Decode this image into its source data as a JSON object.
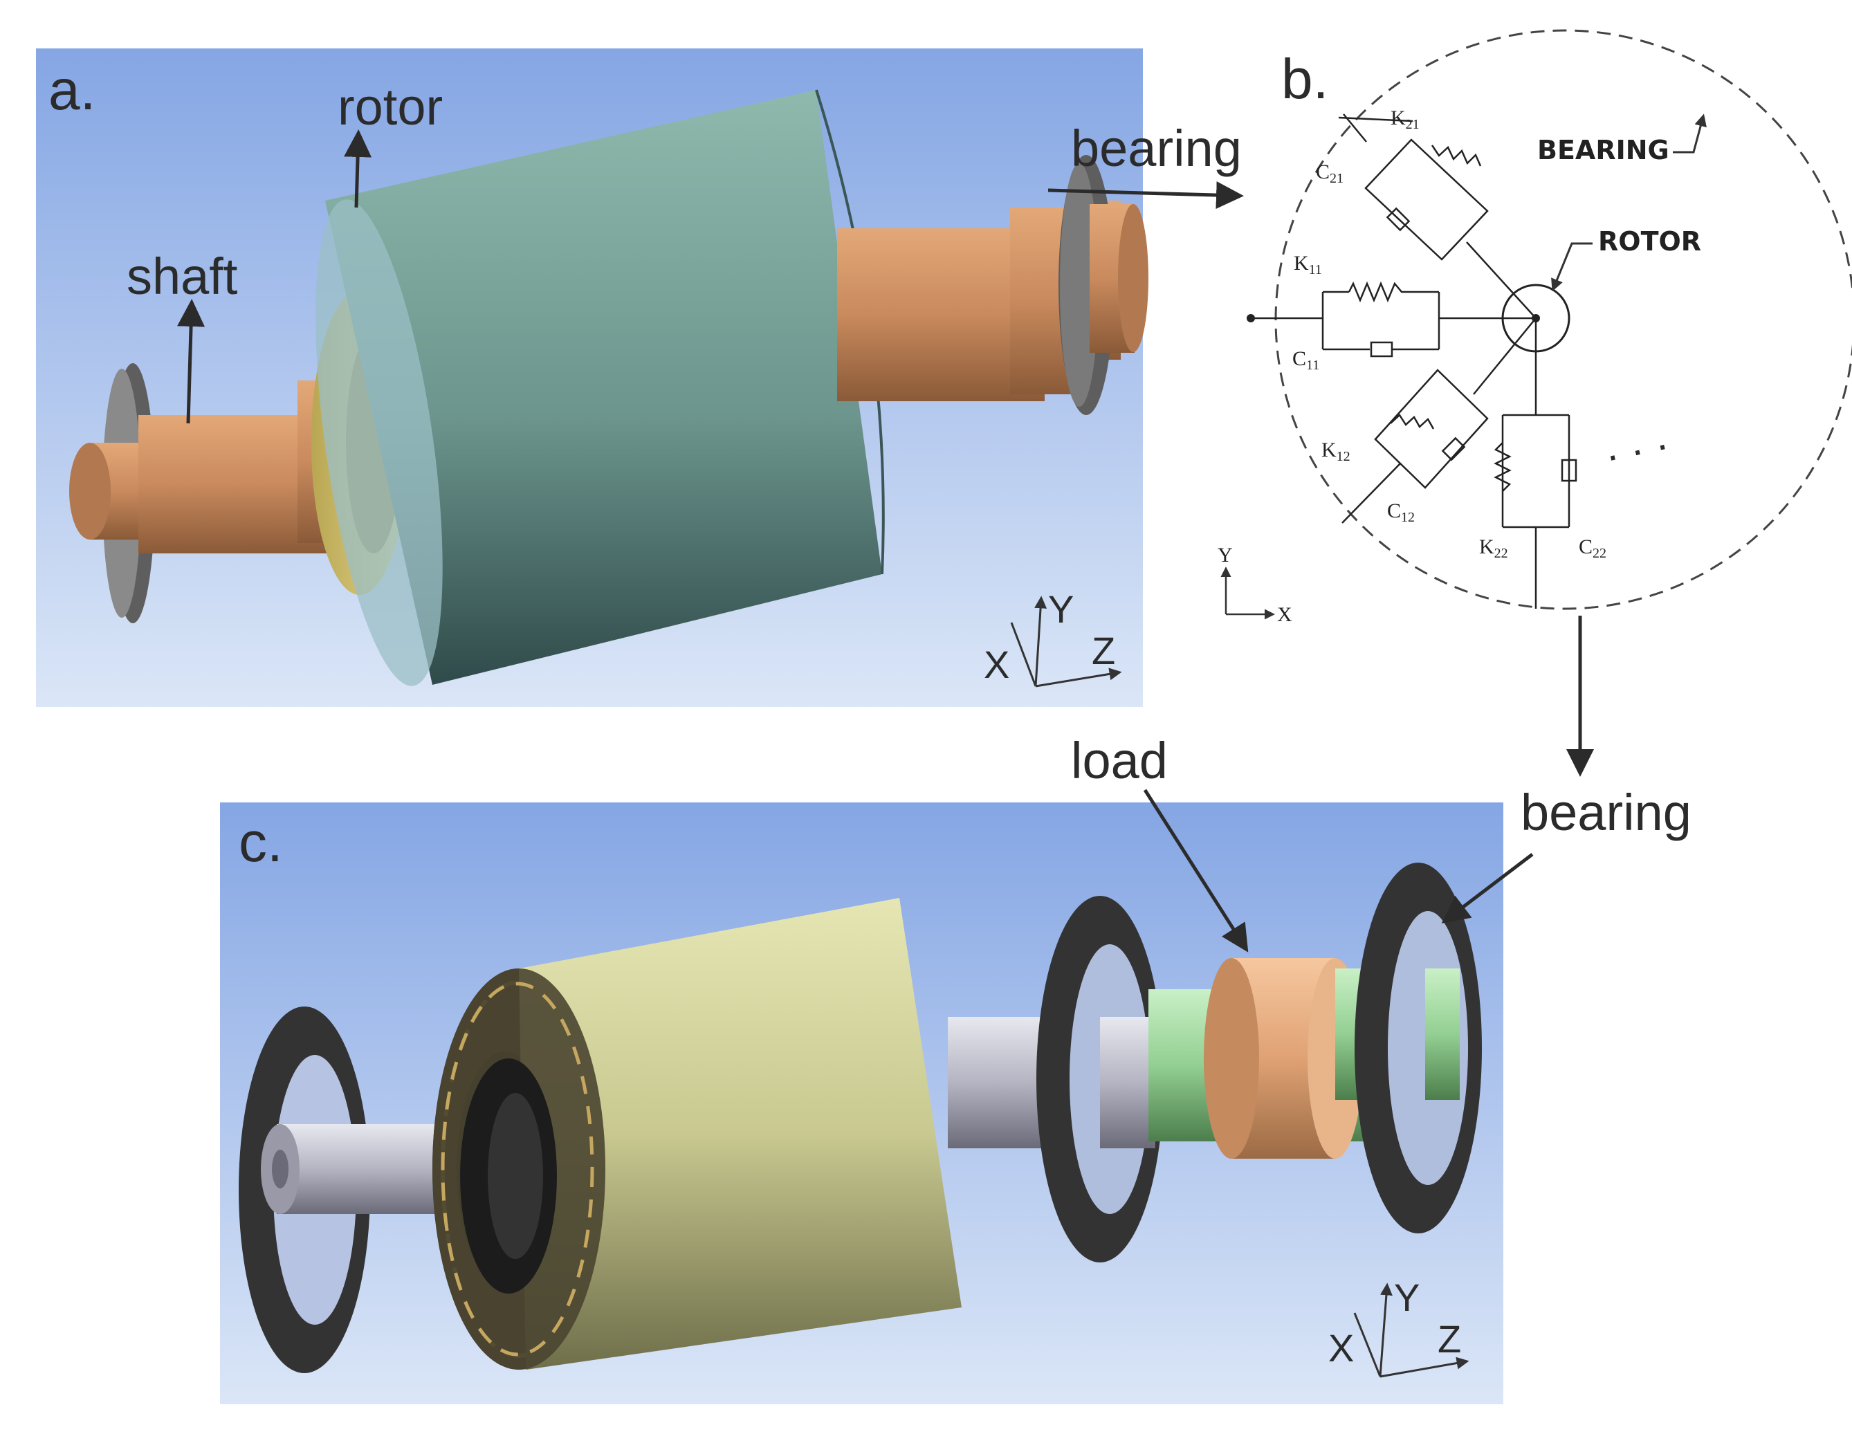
{
  "panels": {
    "a": "a.",
    "b": "b.",
    "c": "c."
  },
  "labels_a": {
    "rotor": "rotor",
    "shaft": "shaft",
    "bearing": "bearing"
  },
  "labels_b": {
    "bearing": "BEARING",
    "rotor": "ROTOR",
    "k21": "K",
    "k21_sub": "21",
    "c21": "C",
    "c21_sub": "21",
    "k11": "K",
    "k11_sub": "11",
    "c11": "C",
    "c11_sub": "11",
    "k12": "K",
    "k12_sub": "12",
    "c12": "C",
    "c12_sub": "12",
    "k22": "K",
    "k22_sub": "22",
    "c22": "C",
    "c22_sub": "22",
    "ellipsis": "· · ·",
    "axis_y": "Y",
    "axis_x": "X"
  },
  "labels_c": {
    "load": "load",
    "bearing": "bearing"
  },
  "axes_a": {
    "x": "X",
    "y": "Y",
    "z": "Z"
  },
  "axes_c": {
    "x": "X",
    "y": "Y",
    "z": "Z"
  },
  "colors": {
    "panel_bg_top": "#89a9e6",
    "panel_bg_bottom": "#d8e4f6",
    "rotor_a": "#7fa69d",
    "shaft_a": "#c98a5d",
    "rotor_c": "#c9c98e",
    "shaft_c": "#b7b7c3",
    "load_c": "#e0a679",
    "sleeve_c": "#9bd59a",
    "bearing_ring": "#4a4a4a"
  }
}
